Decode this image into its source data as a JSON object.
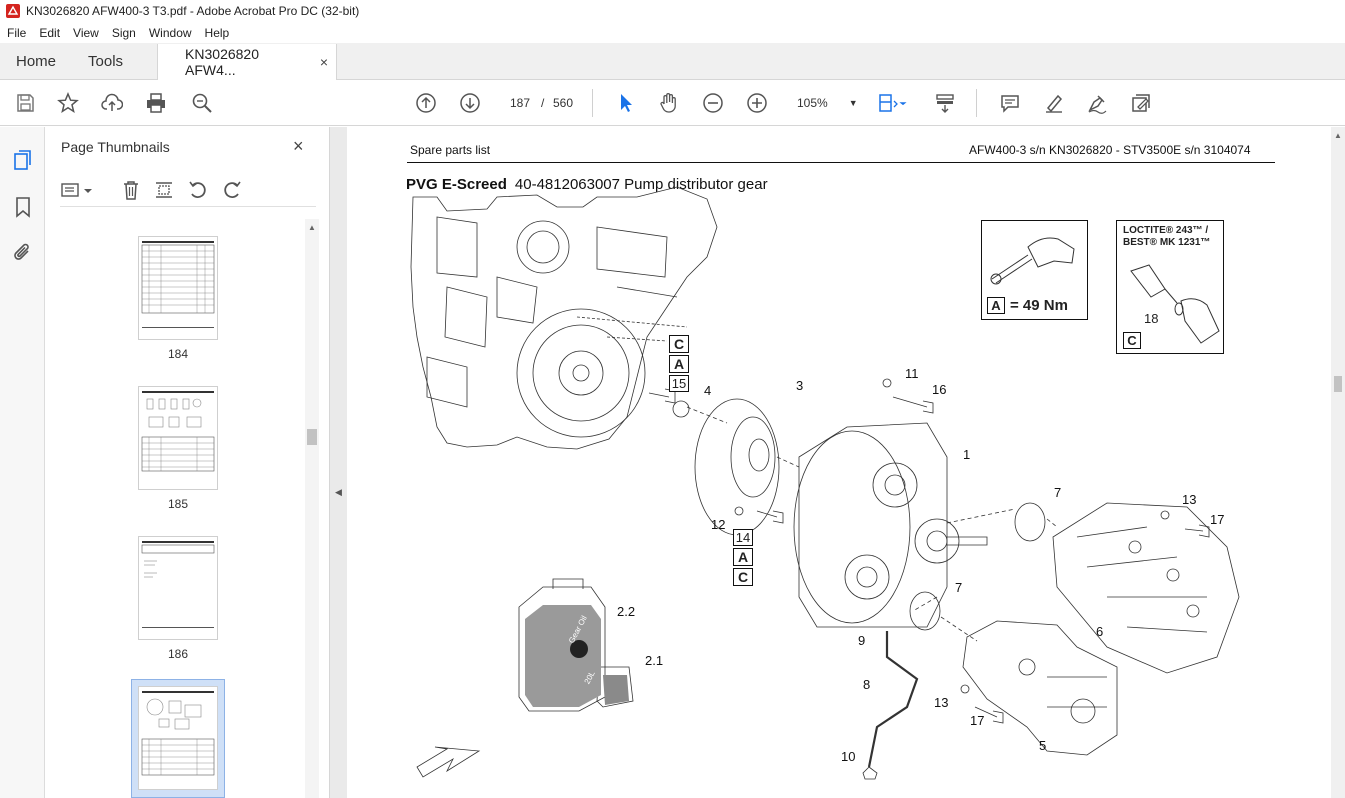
{
  "window": {
    "title": "KN3026820 AFW400-3 T3.pdf - Adobe Acrobat Pro DC (32-bit)"
  },
  "menu": [
    "File",
    "Edit",
    "View",
    "Sign",
    "Window",
    "Help"
  ],
  "tabs": {
    "home": "Home",
    "tools": "Tools",
    "document": "KN3026820 AFW4...",
    "close": "×"
  },
  "toolbar": {
    "page_current": "187",
    "page_sep": "/",
    "page_total": "560",
    "zoom": "105%"
  },
  "thumbnails": {
    "title": "Page Thumbnails",
    "close": "×",
    "pages": [
      {
        "label": "184"
      },
      {
        "label": "185"
      },
      {
        "label": "186"
      },
      {
        "label": ""
      }
    ]
  },
  "document": {
    "header_left": "Spare parts list",
    "header_right": "AFW400-3 s/n KN3026820 - STV3500E s/n 3104074",
    "title_bold": "PVG E-Screed",
    "title_rest": "40-4812063007 Pump distributor gear",
    "torque": {
      "box": "A",
      "text": "= 49 Nm"
    },
    "loctite": {
      "line1": "LOCTITE® 243™ /",
      "line2": "BEST® MK 1231™",
      "num": "18",
      "box": "C"
    },
    "stack1": [
      "C",
      "A",
      "15"
    ],
    "stack2": [
      "14",
      "A",
      "C"
    ],
    "callouts": {
      "c1": "1",
      "c2_1": "2.1",
      "c2_2": "2.2",
      "c3": "3",
      "c4": "4",
      "c5": "5",
      "c6": "6",
      "c7a": "7",
      "c7b": "7",
      "c8": "8",
      "c9": "9",
      "c10": "10",
      "c11": "11",
      "c12": "12",
      "c13a": "13",
      "c13b": "13",
      "c16": "16",
      "c17a": "17",
      "c17b": "17"
    },
    "canister": {
      "label": "Gear Oil",
      "volume": "20L"
    }
  }
}
